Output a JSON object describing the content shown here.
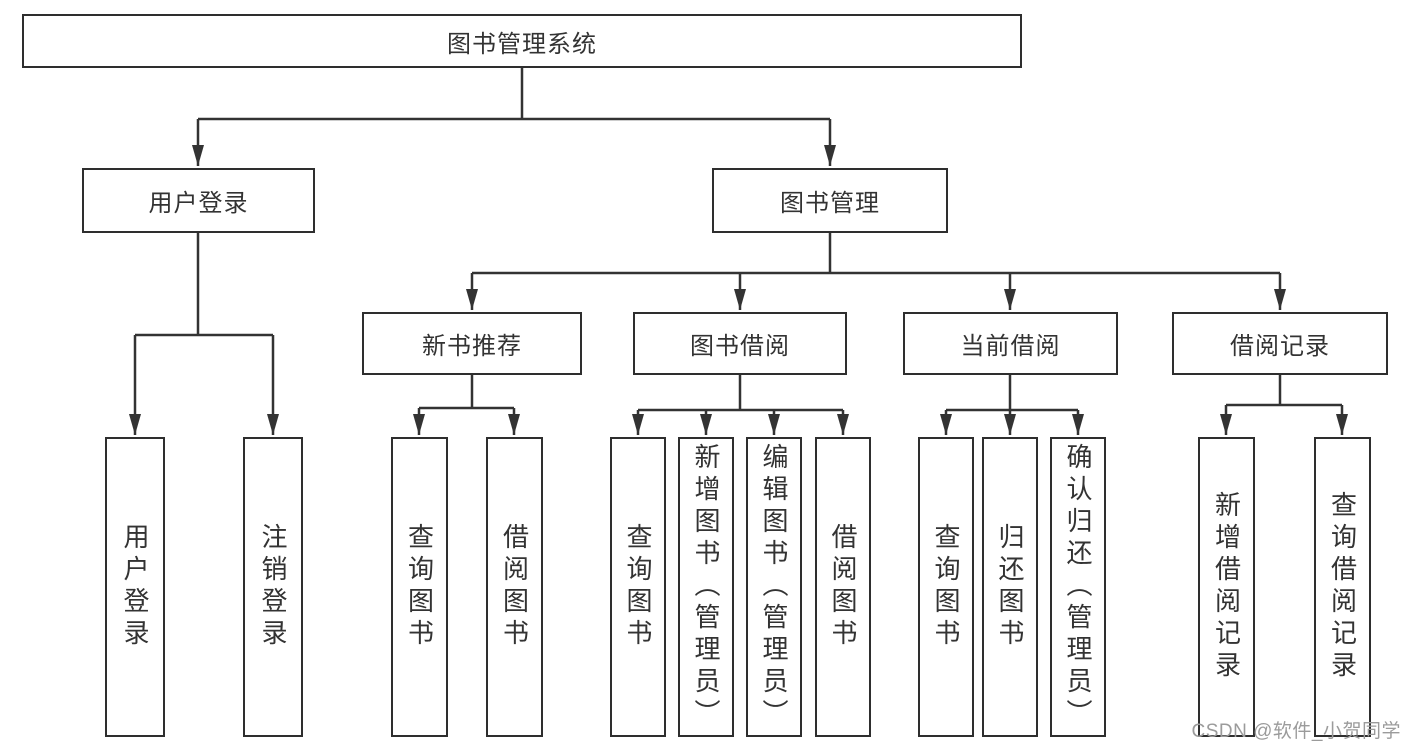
{
  "tree": {
    "root": {
      "label": "图书管理系统"
    },
    "branches": [
      {
        "label": "用户登录",
        "children": [
          {
            "label": "用户登录"
          },
          {
            "label": "注销登录"
          }
        ]
      },
      {
        "label": "图书管理",
        "children": [
          {
            "label": "新书推荐",
            "children": [
              {
                "label": "查询图书"
              },
              {
                "label": "借阅图书"
              }
            ]
          },
          {
            "label": "图书借阅",
            "children": [
              {
                "label": "查询图书"
              },
              {
                "label": "新增图书（管理员）"
              },
              {
                "label": "编辑图书（管理员）"
              },
              {
                "label": "借阅图书"
              }
            ]
          },
          {
            "label": "当前借阅",
            "children": [
              {
                "label": "查询图书"
              },
              {
                "label": "归还图书"
              },
              {
                "label": "确认归还（管理员）"
              }
            ]
          },
          {
            "label": "借阅记录",
            "children": [
              {
                "label": "新增借阅记录"
              },
              {
                "label": "查询借阅记录"
              }
            ]
          }
        ]
      }
    ]
  },
  "watermark": "CSDN @软件_小贺同学",
  "colors": {
    "line": "#333333",
    "box_border": "#2e2e2e",
    "text": "#333333",
    "watermark": "#9b9b9b"
  }
}
